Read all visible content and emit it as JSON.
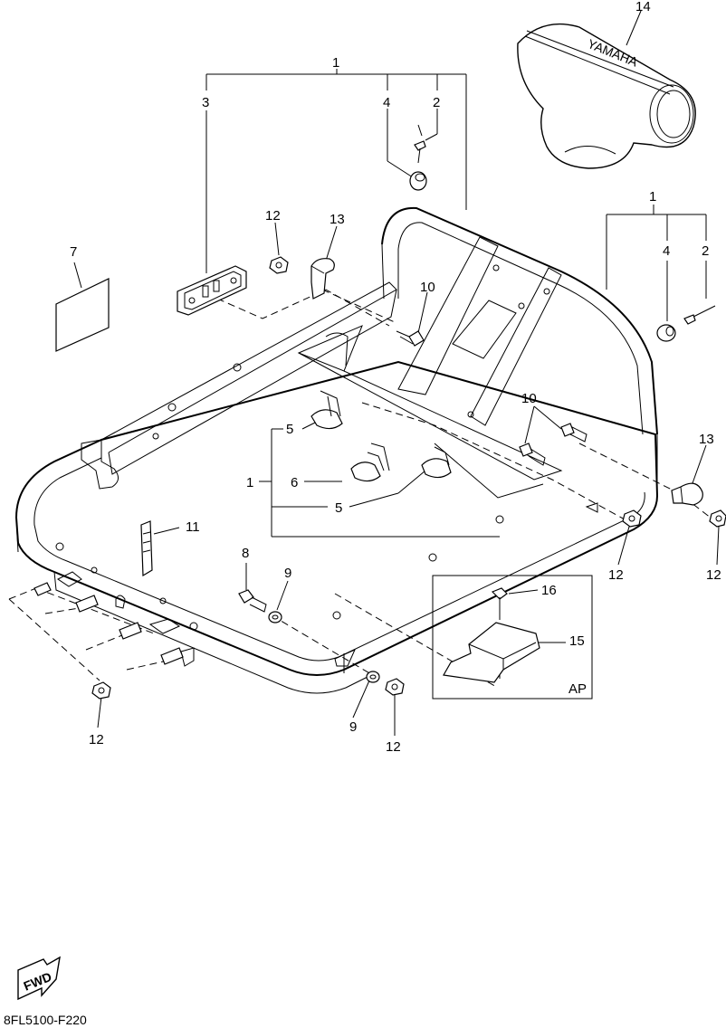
{
  "diagram": {
    "code": "8FL5100-F220",
    "fwd_arrow_text": "FWD",
    "ap_label": "AP",
    "callouts": {
      "c1_top": "1",
      "c1_right": "1",
      "c1_left": "1",
      "c2_top": "2",
      "c2_right": "2",
      "c3": "3",
      "c4_top": "4",
      "c4_right": "4",
      "c5_upper": "5",
      "c5_lower": "5",
      "c6": "6",
      "c7": "7",
      "c8": "8",
      "c9_upper": "9",
      "c9_lower": "9",
      "c10_left": "10",
      "c10_right": "10",
      "c11": "11",
      "c12_top": "12",
      "c12_right_a": "12",
      "c12_right_b": "12",
      "c12_bottom_left": "12",
      "c12_bottom_mid": "12",
      "c13_left": "13",
      "c13_right": "13",
      "c14": "14",
      "c15": "15",
      "c16": "16"
    },
    "cover_brand_text": "YAMAHA",
    "icons": [
      "fwd-arrow-icon"
    ]
  }
}
